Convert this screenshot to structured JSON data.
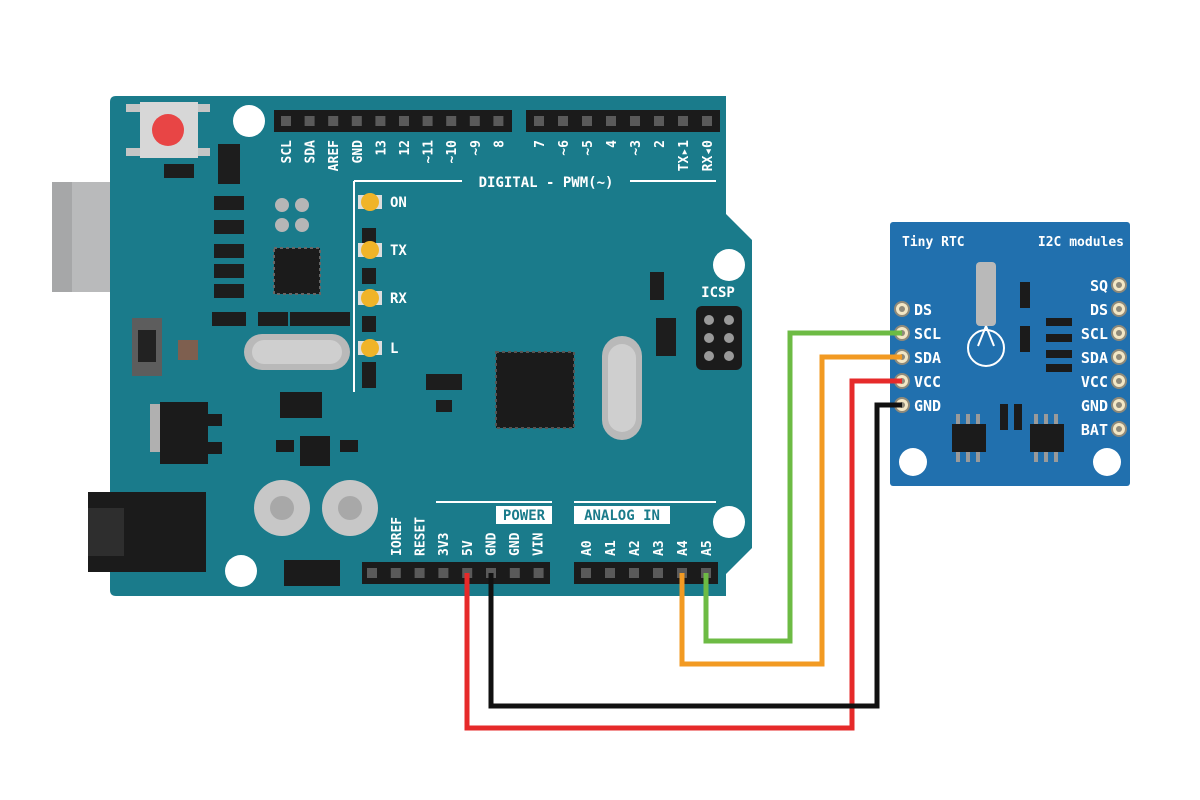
{
  "colors": {
    "arduino_board": "#1a7b8b",
    "rtc_board": "#2170ae",
    "wire_scl": "#6dbb44",
    "wire_sda": "#f29a22",
    "wire_vcc": "#e62a2a",
    "wire_gnd": "#111111",
    "led": "#f0b429",
    "reset_button": "#e84545"
  },
  "arduino": {
    "digital_header_pins_left": [
      "SCL",
      "SDA",
      "AREF",
      "GND",
      "13",
      "12",
      "~11",
      "~10",
      "~9",
      "8"
    ],
    "digital_header_pins_right": [
      "7",
      "~6",
      "~5",
      "4",
      "~3",
      "2",
      "TX▸1",
      "RX◂0"
    ],
    "digital_section_label": "DIGITAL - PWM(~)",
    "leds": [
      "ON",
      "TX",
      "RX",
      "L"
    ],
    "icsp_label": "ICSP",
    "power_section_label": "POWER",
    "power_pins": [
      "IOREF",
      "RESET",
      "3V3",
      "5V",
      "GND",
      "GND",
      "VIN"
    ],
    "analog_section_label": "ANALOG IN",
    "analog_pins": [
      "A0",
      "A1",
      "A2",
      "A3",
      "A4",
      "A5"
    ]
  },
  "rtc_module": {
    "title": "Tiny RTC",
    "subtitle": "I2C modules",
    "left_pins": [
      "DS",
      "SCL",
      "SDA",
      "VCC",
      "GND"
    ],
    "right_pins": [
      "SQ",
      "DS",
      "SCL",
      "SDA",
      "VCC",
      "GND",
      "BAT"
    ]
  },
  "wires": [
    {
      "from": "A5",
      "to": "SCL",
      "color": "#6dbb44"
    },
    {
      "from": "A4",
      "to": "SDA",
      "color": "#f29a22"
    },
    {
      "from": "5V",
      "to": "VCC",
      "color": "#e62a2a"
    },
    {
      "from": "GND",
      "to": "GND",
      "color": "#111111"
    }
  ]
}
